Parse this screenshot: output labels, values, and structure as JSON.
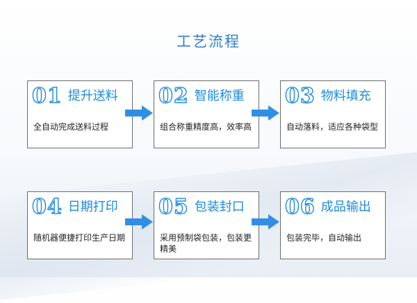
{
  "title": "工艺流程",
  "accent_color": "#1d8be0",
  "arrow_color": "#2f8fe6",
  "steps": [
    {
      "number": "01",
      "name": "提升送料",
      "desc": "全自动完成送料过程"
    },
    {
      "number": "02",
      "name": "智能称重",
      "desc": "组合称重精度高，效率高"
    },
    {
      "number": "03",
      "name": "物料填充",
      "desc": "自动落料，适应各种袋型"
    },
    {
      "number": "04",
      "name": "日期打印",
      "desc": "随机器便捷打印生产日期"
    },
    {
      "number": "05",
      "name": "包装封口",
      "desc": "采用预制袋包装，包装更精美"
    },
    {
      "number": "06",
      "name": "成品输出",
      "desc": "包装完毕，自动输出"
    }
  ]
}
